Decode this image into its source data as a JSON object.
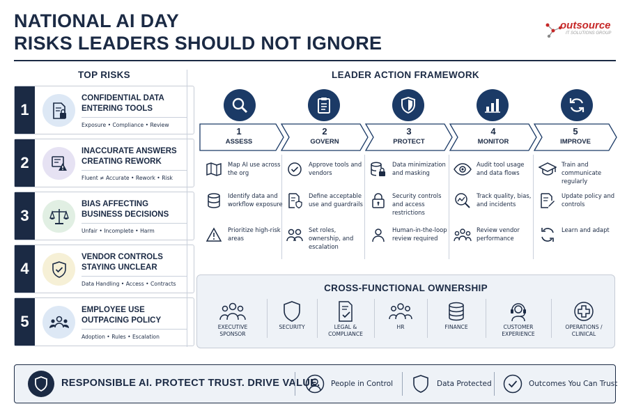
{
  "header": {
    "title_line1": "NATIONAL AI DAY",
    "title_line2": "RISKS LEADERS SHOULD NOT IGNORE",
    "logo_name": "outsource",
    "logo_sub": "IT SOLUTIONS GROUP"
  },
  "top_risks": {
    "heading": "TOP RISKS",
    "items": [
      {
        "num": "1",
        "line1": "CONFIDENTIAL DATA",
        "line2": "ENTERING TOOLS",
        "tags": "Exposure  •  Compliance  •  Review",
        "icon": "document-lock-icon"
      },
      {
        "num": "2",
        "line1": "INACCURATE ANSWERS",
        "line2": "CREATING REWORK",
        "tags": "Fluent ≠ Accurate  •  Rework  •  Risk",
        "icon": "document-warning-icon"
      },
      {
        "num": "3",
        "line1": "BIAS AFFECTING",
        "line2": "BUSINESS DECISIONS",
        "tags": "Unfair  •  Incomplete  •  Harm",
        "icon": "scales-icon"
      },
      {
        "num": "4",
        "line1": "VENDOR CONTROLS",
        "line2": "STAYING UNCLEAR",
        "tags": "Data Handling  •  Access  •  Contracts",
        "icon": "shield-check-icon"
      },
      {
        "num": "5",
        "line1": "EMPLOYEE USE",
        "line2": "OUTPACING POLICY",
        "tags": "Adoption  •  Rules  •  Escalation",
        "icon": "people-icon"
      }
    ]
  },
  "framework": {
    "heading": "LEADER ACTION FRAMEWORK",
    "steps": [
      {
        "num": "1",
        "label": "ASSESS",
        "icon": "magnifier-icon",
        "items": [
          {
            "icon": "map-icon",
            "text": "Map AI use across the org"
          },
          {
            "icon": "database-icon",
            "text": "Identify data and workflow exposure"
          },
          {
            "icon": "warning-icon",
            "text": "Prioritize high-risk areas"
          }
        ]
      },
      {
        "num": "2",
        "label": "GOVERN",
        "icon": "clipboard-icon",
        "items": [
          {
            "icon": "check-circle-icon",
            "text": "Approve tools and vendors"
          },
          {
            "icon": "document-shield-icon",
            "text": "Define acceptable use and guardrails"
          },
          {
            "icon": "people-icon",
            "text": "Set roles, ownership, and escalation"
          }
        ]
      },
      {
        "num": "3",
        "label": "PROTECT",
        "icon": "shield-icon",
        "items": [
          {
            "icon": "database-lock-icon",
            "text": "Data minimization and masking"
          },
          {
            "icon": "lock-icon",
            "text": "Security controls and access restrictions"
          },
          {
            "icon": "person-icon",
            "text": "Human-in-the-loop review required"
          }
        ]
      },
      {
        "num": "4",
        "label": "MONITOR",
        "icon": "bar-chart-icon",
        "items": [
          {
            "icon": "eye-icon",
            "text": "Audit tool usage and data flows"
          },
          {
            "icon": "trend-magnifier-icon",
            "text": "Track quality, bias, and incidents"
          },
          {
            "icon": "people-icon",
            "text": "Review vendor performance"
          }
        ]
      },
      {
        "num": "5",
        "label": "IMPROVE",
        "icon": "refresh-icon",
        "items": [
          {
            "icon": "graduation-cap-icon",
            "text": "Train and communicate regularly"
          },
          {
            "icon": "document-pen-icon",
            "text": "Update policy and controls"
          },
          {
            "icon": "refresh-icon",
            "text": "Learn and adapt"
          }
        ]
      }
    ]
  },
  "ownership": {
    "heading": "CROSS-FUNCTIONAL OWNERSHIP",
    "roles": [
      {
        "line1": "EXECUTIVE",
        "line2": "SPONSOR",
        "icon": "people-icon"
      },
      {
        "line1": "SECURITY",
        "line2": "",
        "icon": "shield-icon"
      },
      {
        "line1": "LEGAL &",
        "line2": "COMPLIANCE",
        "icon": "document-check-icon"
      },
      {
        "line1": "HR",
        "line2": "",
        "icon": "people-icon"
      },
      {
        "line1": "FINANCE",
        "line2": "",
        "icon": "coins-icon"
      },
      {
        "line1": "CUSTOMER",
        "line2": "EXPERIENCE",
        "icon": "headset-icon"
      },
      {
        "line1": "OPERATIONS /",
        "line2": "CLINICAL",
        "icon": "medical-cross-icon"
      }
    ]
  },
  "footer": {
    "tagline": "RESPONSIBLE AI. PROTECT TRUST. DRIVE VALUE.",
    "items": [
      {
        "text": "People in Control",
        "icon": "person-circle-icon"
      },
      {
        "text": "Data Protected",
        "icon": "shield-icon"
      },
      {
        "text": "Outcomes You Can Trust",
        "icon": "check-circle-icon"
      }
    ]
  }
}
